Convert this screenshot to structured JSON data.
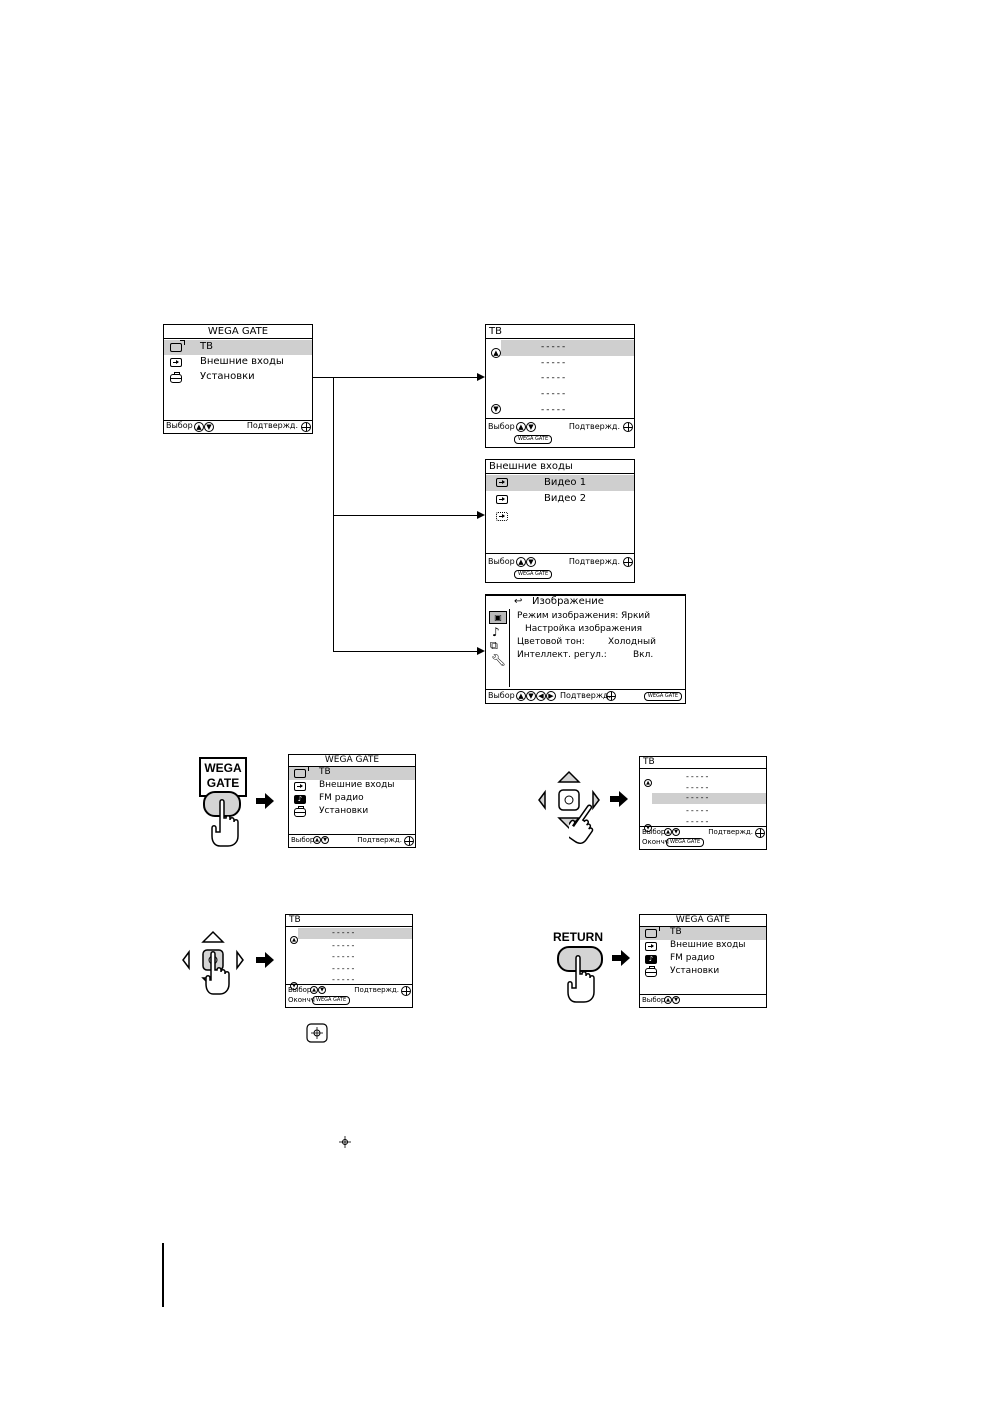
{
  "diagram_top": {
    "main_menu": {
      "title": "WEGA GATE",
      "items": [
        {
          "icon": "tv-icon",
          "label": "ТВ",
          "selected": true
        },
        {
          "icon": "input-icon",
          "label": "Внешние входы",
          "selected": false
        },
        {
          "icon": "setup-icon",
          "label": "Установки",
          "selected": false
        }
      ],
      "footer_left": "Выбор",
      "footer_right": "Подтвержд."
    },
    "tv_menu": {
      "title": "ТВ",
      "rows": [
        "-----",
        "-----",
        "-----",
        "-----",
        "-----"
      ],
      "footer_left": "Выбор",
      "footer_right": "Подтвержд.",
      "footer_badge": "WEGA GATE"
    },
    "inputs_menu": {
      "title": "Внешние входы",
      "items": [
        {
          "icon": "input-icon",
          "label": "Видео 1",
          "selected": true
        },
        {
          "icon": "input-icon",
          "label": "Видео 2",
          "selected": false
        },
        {
          "icon": "input-dotted-icon",
          "label": "",
          "selected": false
        }
      ],
      "footer_left": "Выбор",
      "footer_right": "Подтвержд.",
      "footer_badge": "WEGA GATE"
    },
    "picture_menu": {
      "title": "Изображение",
      "rows": [
        {
          "label": "Режим изображения:",
          "value": "Яркий"
        },
        {
          "label": "Настройка изображения",
          "value": ""
        },
        {
          "label": "Цветовой тон:",
          "value": "Холодный"
        },
        {
          "label": "Интеллект. регул.:",
          "value": "Вкл."
        }
      ],
      "footer_left": "Выбор",
      "footer_mid": "Подтвержд.",
      "footer_badge": "WEGA GATE"
    }
  },
  "steps": {
    "step1": {
      "key_label_1": "WEGA",
      "key_label_2": "GATE",
      "menu_title": "WEGA GATE",
      "items": [
        {
          "icon": "tv-icon",
          "label": "ТВ",
          "selected": true
        },
        {
          "icon": "input-icon",
          "label": "Внешние входы",
          "selected": false
        },
        {
          "icon": "fm-icon",
          "label": "FM радио",
          "selected": false
        },
        {
          "icon": "setup-icon",
          "label": "Установки",
          "selected": false
        }
      ],
      "footer_left": "Выбор",
      "footer_right": "Подтвержд."
    },
    "step2": {
      "menu_title": "ТВ",
      "rows": [
        "-----",
        "-----",
        "-----",
        "-----",
        "-----"
      ],
      "footer_left": "Выбор",
      "footer_right": "Подтвержд.",
      "footer2_left": "Окончч",
      "footer_badge": "WEGA GATE"
    },
    "step3": {
      "menu_title": "ТВ",
      "rows": [
        "-----",
        "-----",
        "-----",
        "-----",
        "-----"
      ],
      "footer_left": "Выбор",
      "footer_right": "Подтвержд.",
      "footer2_left": "Окончч",
      "footer_badge": "WEGA GATE"
    },
    "step4": {
      "key_label": "RETURN",
      "menu_title": "WEGA GATE",
      "items": [
        {
          "icon": "tv-icon",
          "label": "ТВ",
          "selected": true
        },
        {
          "icon": "input-icon",
          "label": "Внешние входы",
          "selected": false
        },
        {
          "icon": "fm-icon",
          "label": "FM радио",
          "selected": false
        },
        {
          "icon": "setup-icon",
          "label": "Установки",
          "selected": false
        }
      ],
      "footer_left": "Выбор"
    }
  }
}
